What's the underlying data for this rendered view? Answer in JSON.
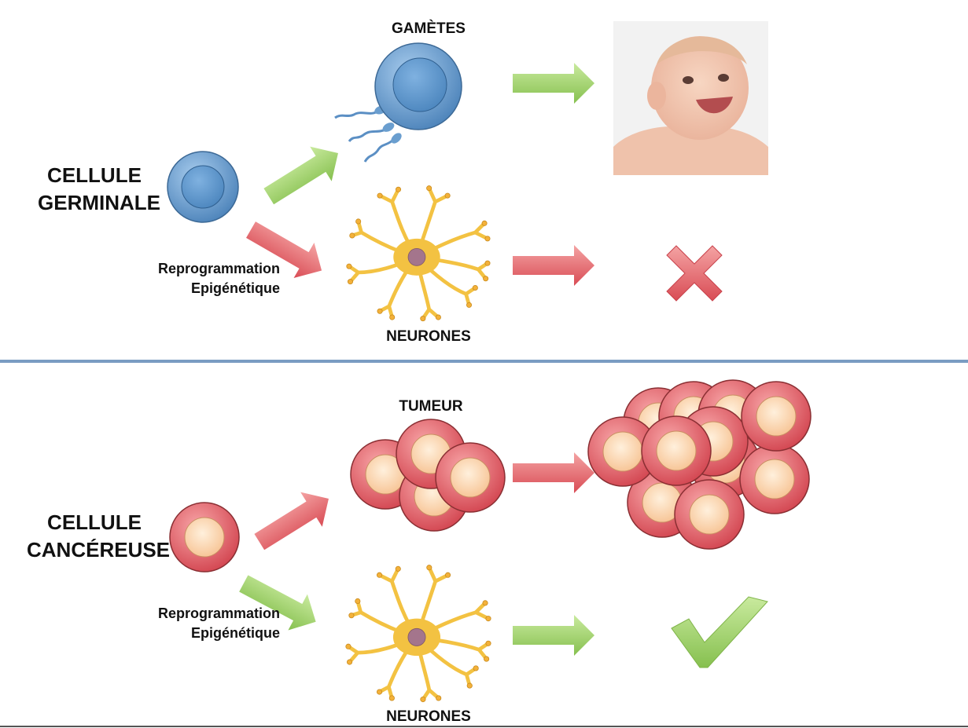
{
  "colors": {
    "green_arrow": "#9fd06a",
    "red_arrow": "#e8676c",
    "blue_cell": "#6a9ecf",
    "red_cell": "#e4636b",
    "cell_nucleus": "#f8cba0",
    "neuron": "#f3c242",
    "divider": "#7a9cc2"
  },
  "top": {
    "cell_label_line1": "CELLULE",
    "cell_label_line2": "GERMINALE",
    "gametes_label": "GAMÈTES",
    "neurons_label": "NEURONES",
    "reprog_line1": "Reprogrammation",
    "reprog_line2": "Epigénétique",
    "outcome_icons": [
      "baby-photo",
      "cross-icon"
    ]
  },
  "bottom": {
    "cell_label_line1": "CELLULE",
    "cell_label_line2": "CANCÉREUSE",
    "tumor_label": "TUMEUR",
    "neurons_label": "NEURONES",
    "reprog_line1": "Reprogrammation",
    "reprog_line2": "Epigénétique",
    "outcome_icons": [
      "large-tumor",
      "check-icon"
    ]
  }
}
